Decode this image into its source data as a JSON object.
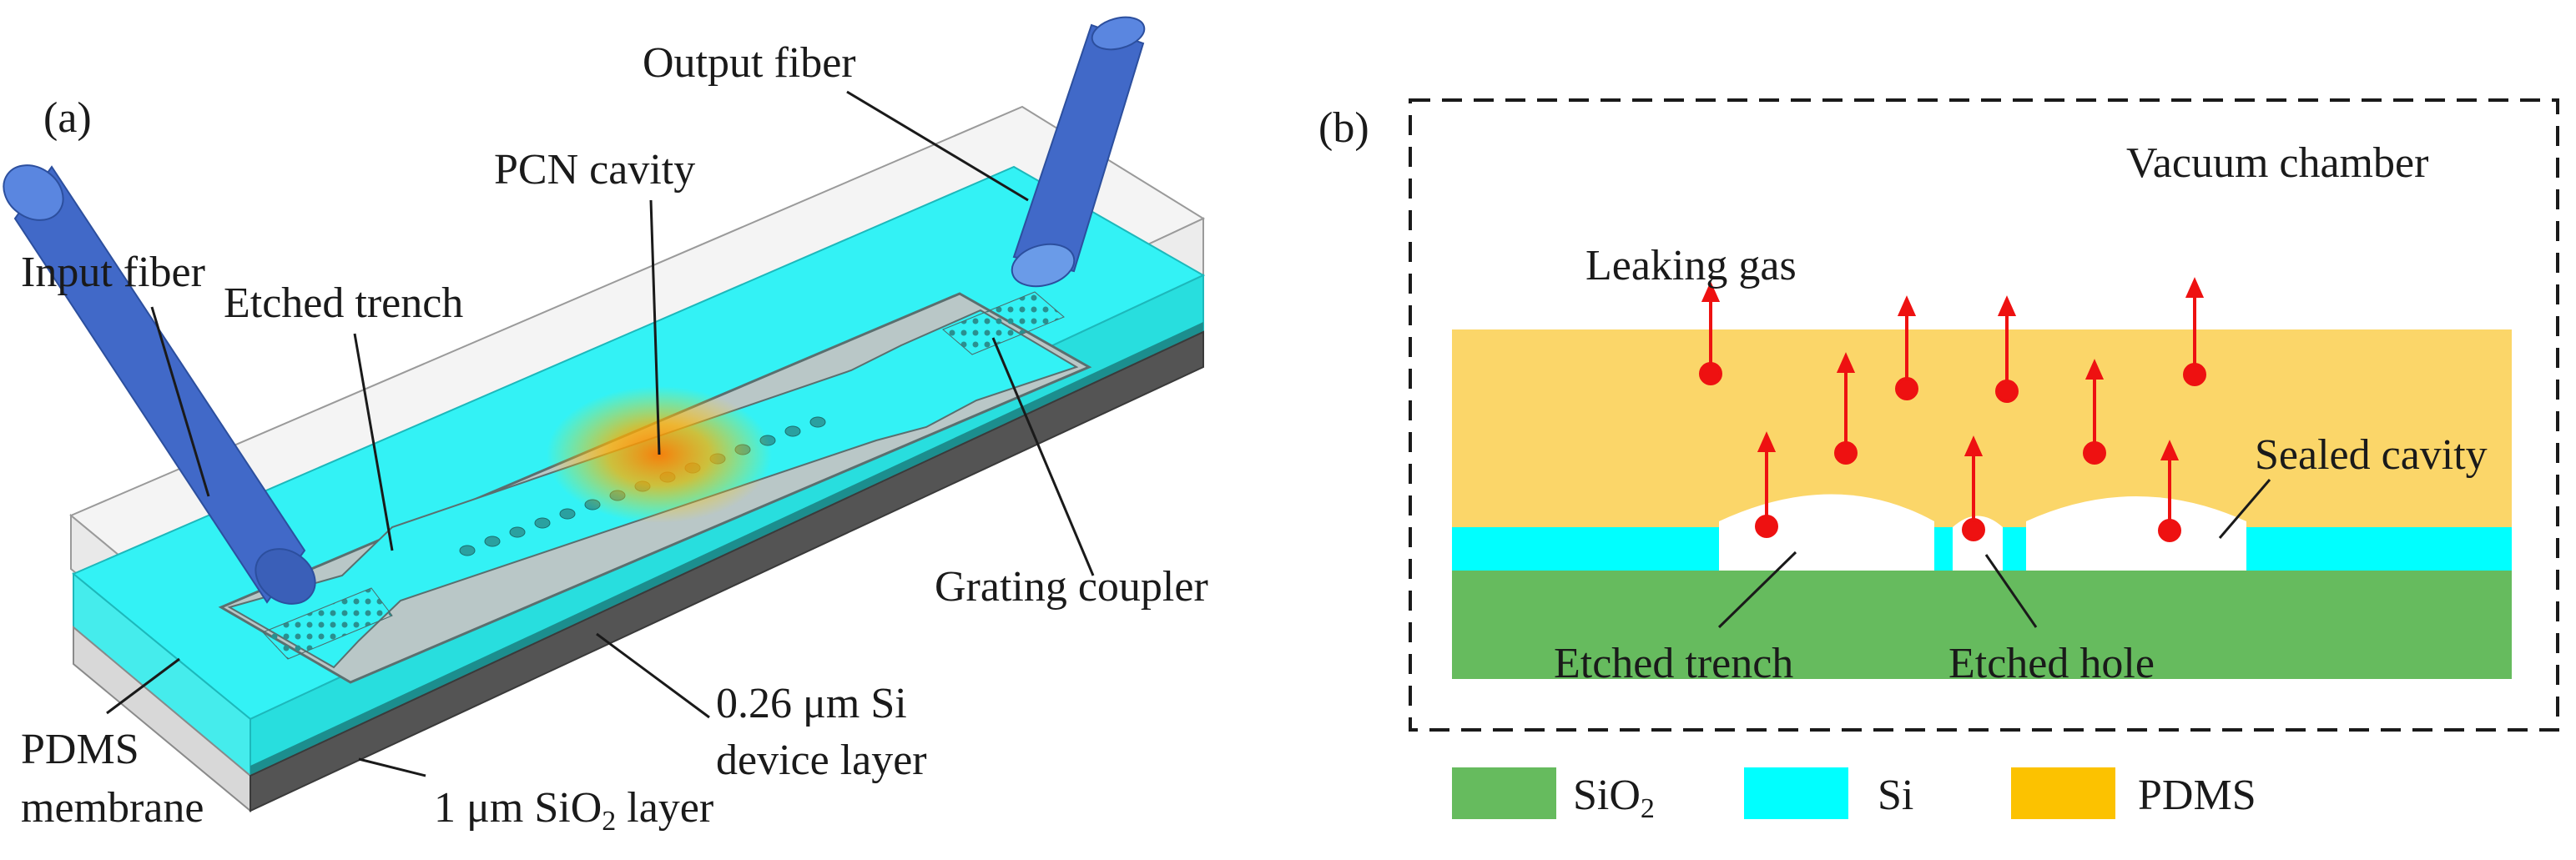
{
  "panel_a": {
    "tag": "(a)",
    "labels": {
      "output_fiber": "Output fiber",
      "pcn_cavity": "PCN cavity",
      "input_fiber": "Input fiber",
      "etched_trench": "Etched trench",
      "grating_coupler": "Grating coupler",
      "si_layer_line1": "0.26 μm Si",
      "si_layer_line2": "device layer",
      "pdms_line1": "PDMS",
      "pdms_line2": "membrane",
      "sio2_layer_prefix": "1 μm SiO",
      "sio2_layer_sub": "2",
      "sio2_layer_suffix": " layer"
    }
  },
  "panel_b": {
    "tag": "(b)",
    "labels": {
      "vacuum_chamber": "Vacuum chamber",
      "leaking_gas": "Leaking gas",
      "sealed_cavity": "Sealed cavity",
      "etched_trench": "Etched trench",
      "etched_hole": "Etched hole"
    },
    "legend": [
      {
        "name": "SiO",
        "sub": "2",
        "color": "#66bb5e"
      },
      {
        "name": "Si",
        "sub": "",
        "color": "#00ffff"
      },
      {
        "name": "PDMS",
        "sub": "",
        "color": "#fcc200"
      }
    ]
  },
  "colors": {
    "fiber": "#4169c8",
    "device_top": "#33f2f5",
    "sio2_side": "#545454",
    "pdms_layer": "#fbd669",
    "si_layer": "#00ffff",
    "sio2_layer": "#66bb5e",
    "arrow": "#ee1111"
  }
}
